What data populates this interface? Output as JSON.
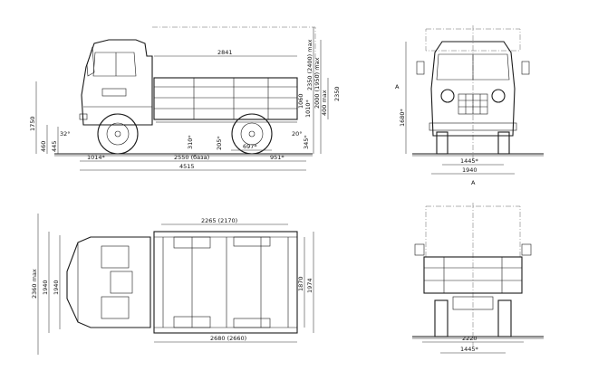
{
  "side_view": {
    "dims": {
      "cargo_length": "2841",
      "wheelbase": "2550 (база)",
      "overall_length": "4515",
      "front_overhang": "1014*",
      "rear_overhang": "951*",
      "rear_wheel_offset": "697*",
      "height_1": "2350 (2400) max",
      "height_2": "2000 (1950) max",
      "height_3": "2350",
      "body_height": "400 max",
      "left_height": "1750",
      "floor_1": "460",
      "floor_2": "445",
      "clear_1": "310*",
      "clear_2": "345*",
      "clear_3": "205*",
      "angle_front": "32°",
      "angle_rear": "20°",
      "small_a": "1060",
      "small_b": "1010*"
    }
  },
  "front_view": {
    "dims": {
      "height": "1680*",
      "track": "1445*",
      "width": "1940"
    },
    "marks": {
      "left": "А",
      "bottom": "А"
    }
  },
  "top_view": {
    "dims": {
      "platform_length": "2265 (2170)",
      "platform_inner": "2680 (2660)",
      "overall_width": "1940",
      "platform_width": "1870",
      "width_right": "1974",
      "width_left_1": "2360 max",
      "width_left_2": "1940"
    }
  },
  "rear_view": {
    "dims": {
      "rear_width": "2220",
      "rear_track": "1445*"
    }
  }
}
